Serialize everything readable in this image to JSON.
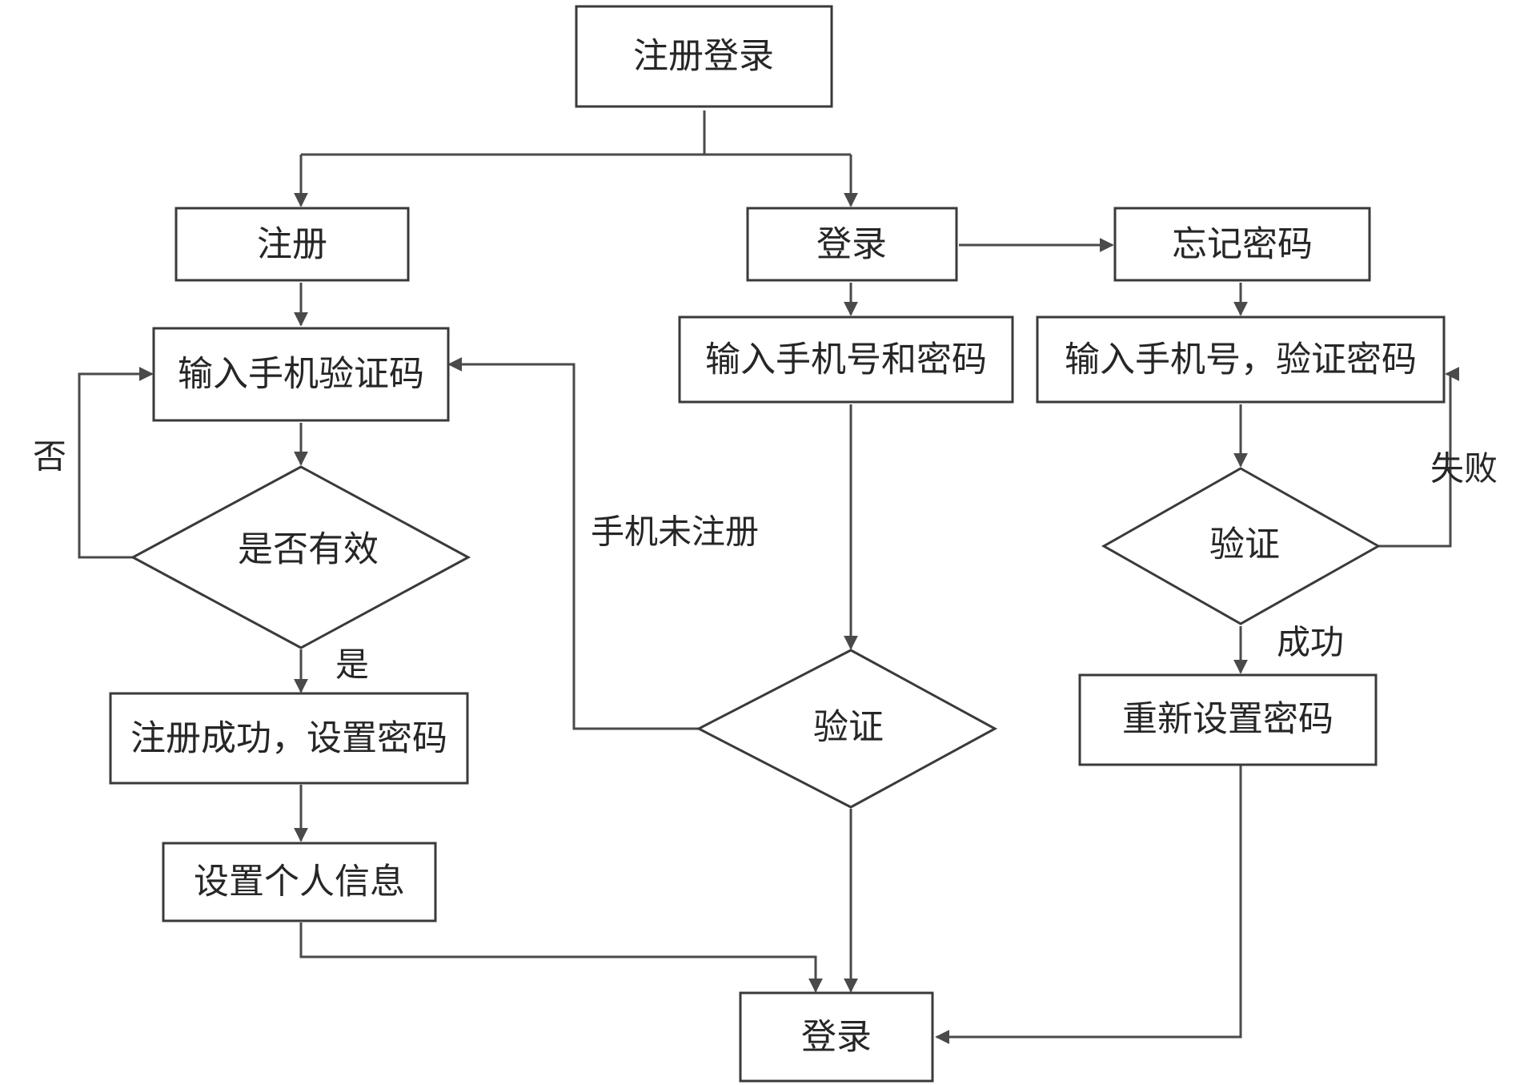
{
  "diagram": {
    "type": "flowchart",
    "nodes": {
      "start": "注册登录",
      "register": "注册",
      "login": "登录",
      "forgot": "忘记密码",
      "input_code": "输入手机验证码",
      "is_valid": "是否有效",
      "register_success": "注册成功，设置密码",
      "personal_info": "设置个人信息",
      "input_phone_pwd": "输入手机号和密码",
      "verify_login": "验证",
      "input_phone_verify": "输入手机号，验证密码",
      "verify_forgot": "验证",
      "reset_pwd": "重新设置密码",
      "final_login": "登录"
    },
    "edge_labels": {
      "no": "否",
      "yes": "是",
      "unregistered": "手机未注册",
      "fail": "失败",
      "success": "成功"
    },
    "colors": {
      "line": "#4a4a4a",
      "border": "#3a3a3a",
      "text": "#262626",
      "background": "#ffffff"
    }
  }
}
